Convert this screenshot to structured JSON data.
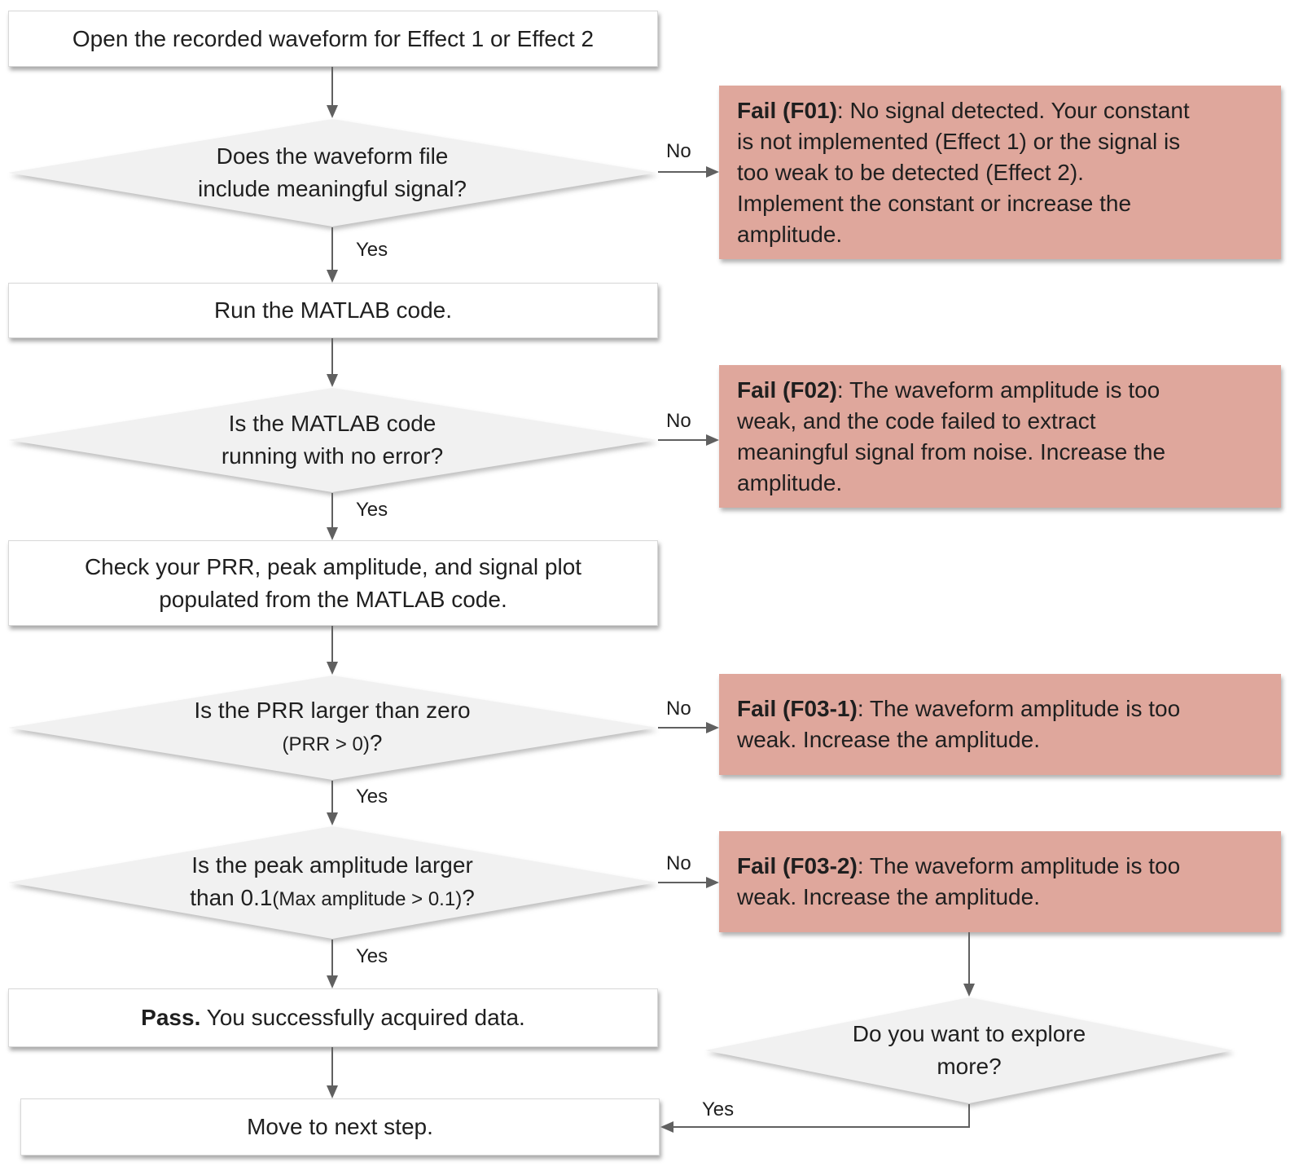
{
  "labels": {
    "yes": "Yes",
    "no": "No"
  },
  "colors": {
    "fail_box_bg": "#dfa79c",
    "diamond_bg": "#f1f1f1",
    "process_box_bg": "#ffffff",
    "arrow": "#606060",
    "text": "#1f1f1f"
  },
  "nodes": {
    "start": {
      "text": "Open the recorded waveform for Effect 1 or Effect 2"
    },
    "signal_check": {
      "line1": "Does the waveform file",
      "line2": "include meaningful signal?"
    },
    "fail_f01": {
      "title": "Fail (F01)",
      "body": ": No signal detected. Your constant\nis not implemented (Effect 1) or the signal is\ntoo weak to be detected (Effect 2).\nImplement the constant or increase the\namplitude."
    },
    "run_code": {
      "text": "Run the MATLAB code."
    },
    "error_check": {
      "line1": "Is the MATLAB code",
      "line2": "running with no error?"
    },
    "fail_f02": {
      "title": "Fail (F02)",
      "body": ": The waveform amplitude is too\nweak, and the code failed to extract\nmeaningful signal from noise. Increase the\namplitude."
    },
    "check_outputs": {
      "text": "Check your PRR, peak amplitude, and signal plot\npopulated from the MATLAB code."
    },
    "prr_check": {
      "line1": "Is the PRR  larger than zero",
      "line2_small": "(PRR > 0)",
      "line2_end": "?"
    },
    "fail_f03_1": {
      "title": "Fail (F03-1)",
      "body": ": The waveform amplitude is too\nweak. Increase the amplitude."
    },
    "amplitude_check": {
      "line1": "Is the peak amplitude larger",
      "line2_start": "than 0.1",
      "line2_small": "(Max amplitude > 0.1)",
      "line2_end": "?"
    },
    "fail_f03_2": {
      "title": "Fail (F03-2)",
      "body": ": The waveform amplitude is too\nweak. Increase the amplitude."
    },
    "pass": {
      "title": "Pass.",
      "body": " You successfully acquired data."
    },
    "explore_check": {
      "line1": "Do you want to explore",
      "line2": "more?"
    },
    "next_step": {
      "text": "Move to next step."
    }
  }
}
